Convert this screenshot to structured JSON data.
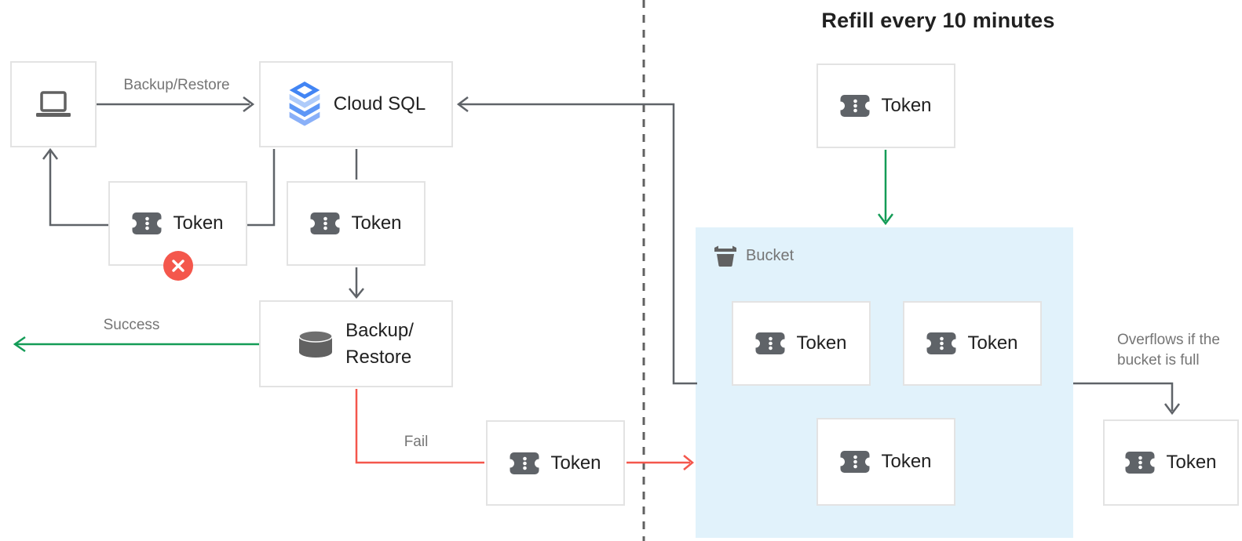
{
  "title": "Refill every 10 minutes",
  "nodes": {
    "cloud_sql": {
      "label": "Cloud SQL"
    },
    "backup_restore": {
      "label": "Backup/\nRestore"
    },
    "bucket": {
      "label": "Bucket"
    },
    "tokens": [
      {
        "id": "token-blocked",
        "label": "Token"
      },
      {
        "id": "token-under-cloud-sql",
        "label": "Token"
      },
      {
        "id": "token-fail",
        "label": "Token"
      },
      {
        "id": "token-refill",
        "label": "Token"
      },
      {
        "id": "token-bucket-1",
        "label": "Token"
      },
      {
        "id": "token-bucket-2",
        "label": "Token"
      },
      {
        "id": "token-bucket-3",
        "label": "Token"
      },
      {
        "id": "token-overflow",
        "label": "Token"
      }
    ]
  },
  "edge_labels": {
    "request": "Backup/Restore",
    "success": "Success",
    "fail": "Fail",
    "overflow": "Overflows if the\nbucket is full"
  },
  "icons": {
    "laptop": "laptop-icon",
    "cloud_sql": "cloud-sql-icon",
    "token": "token-icon",
    "database": "database-icon",
    "bucket": "bucket-icon",
    "error": "error-x-icon"
  },
  "colors": {
    "accent_blue": "#4285f4",
    "blue_light": "#aecbfa",
    "blue_mid": "#669df6",
    "bucket_fill": "#e1f2fb",
    "line_gray": "#5f6368",
    "success_green": "#149c57",
    "fail_red": "#f4574c",
    "label_gray": "#757575",
    "text_dark": "#212121",
    "border_gray": "#e3e3e3",
    "icon_gray": "#616161"
  }
}
